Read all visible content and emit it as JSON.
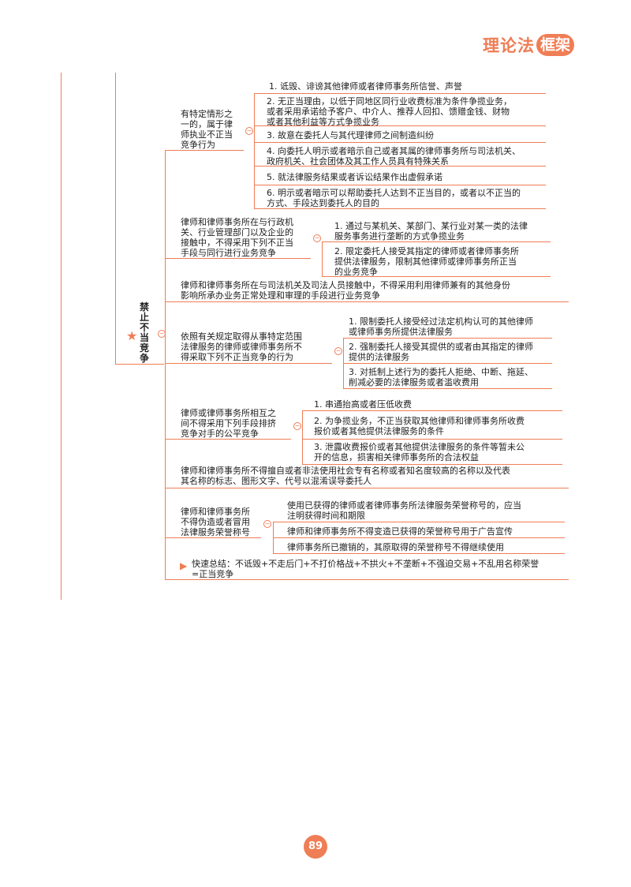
{
  "brand": {
    "text": "理论法",
    "badge": "框架"
  },
  "root_label": "禁止不当竞争",
  "page_number": "89",
  "branches": [
    {
      "label": "有特定情形之一的，属于律师执业不正当竞争行为",
      "label_lines": [
        "有特定情形之",
        "一的，属于律",
        "师执业不正当",
        "竞争行为"
      ],
      "items": [
        [
          "1. 诋毁、诽谤其他律师或者律师事务所信誉、声誉"
        ],
        [
          "2. 无正当理由，以低于同地区同行业收费标准为条件争揽业务，",
          "或者采用承诺给予客户、中介人、推荐人回扣、馈赠金钱、财物",
          "或者其他利益等方式争揽业务"
        ],
        [
          "3. 故意在委托人与其代理律师之间制造纠纷"
        ],
        [
          "4. 向委托人明示或者暗示自己或者其属的律师事务所与司法机关、",
          "政府机关、社会团体及其工作人员具有特殊关系"
        ],
        [
          "5. 就法律服务结果或者诉讼结果作出虚假承诺"
        ],
        [
          "6. 明示或者暗示可以帮助委托人达到不正当目的，或者以不正当的",
          "方式、手段达到委托人的目的"
        ]
      ]
    },
    {
      "label_lines": [
        "律师和律师事务所在与行政机",
        "关、行业管理部门以及企业的",
        "接触中，不得采用下列不正当",
        "手段与同行进行业务竞争"
      ],
      "items": [
        [
          "1. 通过与某机关、某部门、某行业对某一类的法律",
          "服务事务进行垄断的方式争揽业务"
        ],
        [
          "2. 限定委托人接受其指定的律师或者律师事务所",
          "提供法律服务，限制其他律师或律师事务所正当",
          "的业务竞争"
        ]
      ]
    },
    {
      "label_lines": [
        "律师和律师事务所在与司法机关及司法人员接触中，不得采用利用律师兼有的其他身份",
        "影响所承办业务正常处理和审理的手段进行业务竞争"
      ]
    },
    {
      "label_lines": [
        "依照有关规定取得从事特定范围",
        "法律服务的律师或律师事务所不",
        "得采取下列不正当竞争的行为"
      ],
      "items": [
        [
          "1. 限制委托人接受经过法定机构认可的其他律师",
          "或律师事务所提供法律服务"
        ],
        [
          "2. 强制委托人接受其提供的或者由其指定的律师",
          "提供的法律服务"
        ],
        [
          "3. 对抵制上述行为的委托人拒绝、中断、拖延、",
          "削减必要的法律服务或者滥收费用"
        ]
      ]
    },
    {
      "label_lines": [
        "律师或律师事务所相互之",
        "间不得采用下列手段排挤",
        "竞争对手的公平竞争"
      ],
      "items": [
        [
          "1. 串通抬高或者压低收费"
        ],
        [
          "2. 为争揽业务，不正当获取其他律师和律师事务所收费",
          "报价或者其他提供法律服务的条件"
        ],
        [
          "3. 泄露收费报价或者其他提供法律服务的条件等暂未公",
          "开的信息，损害相关律师事务所的合法权益"
        ]
      ]
    },
    {
      "label_lines": [
        "律师和律师事务所不得擅自或者非法使用社会专有名称或者知名度较高的名称以及代表",
        "其名称的标志、图形文字、代号以混淆误导委托人"
      ]
    },
    {
      "label_lines": [
        "律师和律师事务所",
        "不得伪造或者冒用",
        "法律服务荣誉称号"
      ],
      "items": [
        [
          "使用已获得的律师或者律师事务所法律服务荣誉称号的，应当",
          "注明获得时间和期限"
        ],
        [
          "律师和律师事务所不得变造已获得的荣誉称号用于广告宣传"
        ],
        [
          "律师事务所已撤销的，其原取得的荣誉称号不得继续使用"
        ]
      ]
    },
    {
      "label_lines": [
        "快速总结：不诋毁+不走后门+不打价格战+不拱火+不垄断+不强迫交易+不乱用名称荣誉",
        "=正当竞争"
      ]
    }
  ]
}
